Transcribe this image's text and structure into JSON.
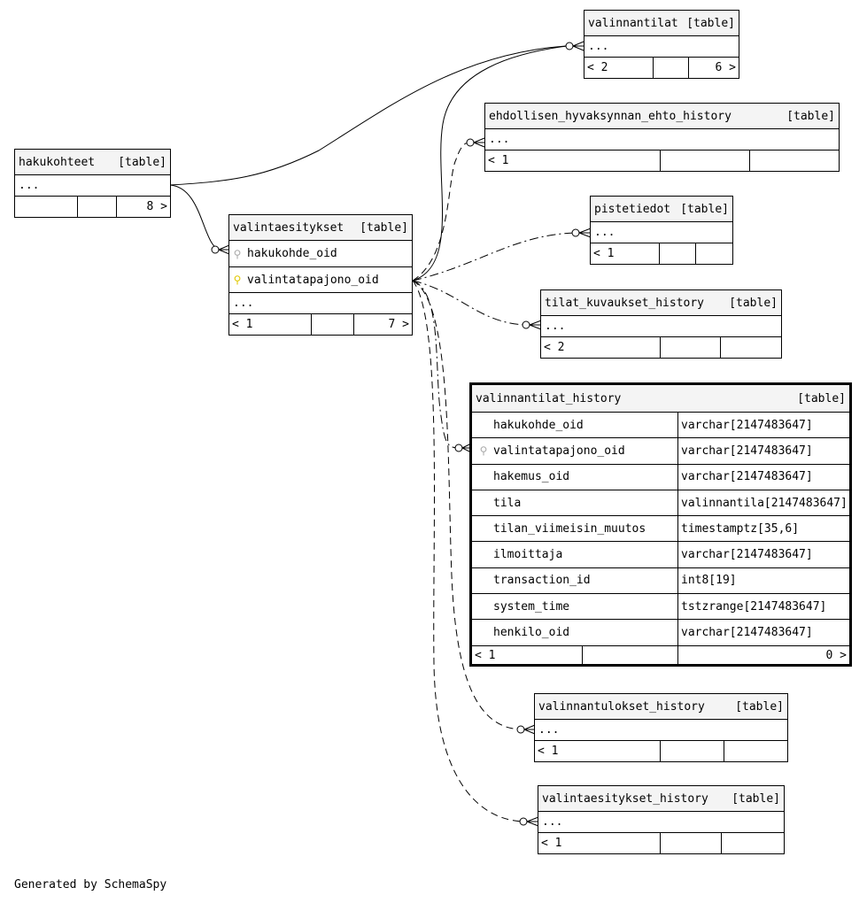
{
  "generated_by": "Generated by SchemaSpy",
  "tables": {
    "valinnantilat": {
      "name": "valinnantilat",
      "tag": "[table]",
      "ellipsis": "...",
      "parents": "< 2",
      "children": "6 >"
    },
    "ehdollisen": {
      "name": "ehdollisen_hyvaksynnan_ehto_history",
      "tag": "[table]",
      "ellipsis": "...",
      "parents": "< 1"
    },
    "hakukohteet": {
      "name": "hakukohteet",
      "tag": "[table]",
      "ellipsis": "...",
      "children": "8 >"
    },
    "pistetiedot": {
      "name": "pistetiedot",
      "tag": "[table]",
      "ellipsis": "...",
      "parents": "< 1"
    },
    "valintaesitykset": {
      "name": "valintaesitykset",
      "tag": "[table]",
      "col1": "hakukohde_oid",
      "col2": "valintatapajono_oid",
      "ellipsis": "...",
      "parents": "< 1",
      "children": "7 >"
    },
    "tilat_kuvaukset": {
      "name": "tilat_kuvaukset_history",
      "tag": "[table]",
      "ellipsis": "...",
      "parents": "< 2"
    },
    "valinnantilat_history": {
      "name": "valinnantilat_history",
      "tag": "[table]",
      "columns": [
        {
          "name": "hakukohde_oid",
          "type": "varchar[2147483647]",
          "key": ""
        },
        {
          "name": "valintatapajono_oid",
          "type": "varchar[2147483647]",
          "key": "fk"
        },
        {
          "name": "hakemus_oid",
          "type": "varchar[2147483647]",
          "key": ""
        },
        {
          "name": "tila",
          "type": "valinnantila[2147483647]",
          "key": ""
        },
        {
          "name": "tilan_viimeisin_muutos",
          "type": "timestamptz[35,6]",
          "key": ""
        },
        {
          "name": "ilmoittaja",
          "type": "varchar[2147483647]",
          "key": ""
        },
        {
          "name": "transaction_id",
          "type": "int8[19]",
          "key": ""
        },
        {
          "name": "system_time",
          "type": "tstzrange[2147483647]",
          "key": ""
        },
        {
          "name": "henkilo_oid",
          "type": "varchar[2147483647]",
          "key": ""
        }
      ],
      "parents": "< 1",
      "children": "0 >"
    },
    "valinnantulokset": {
      "name": "valinnantulokset_history",
      "tag": "[table]",
      "ellipsis": "...",
      "parents": "< 1"
    },
    "valintaesitykset_history": {
      "name": "valintaesitykset_history",
      "tag": "[table]",
      "ellipsis": "...",
      "parents": "< 1"
    }
  }
}
